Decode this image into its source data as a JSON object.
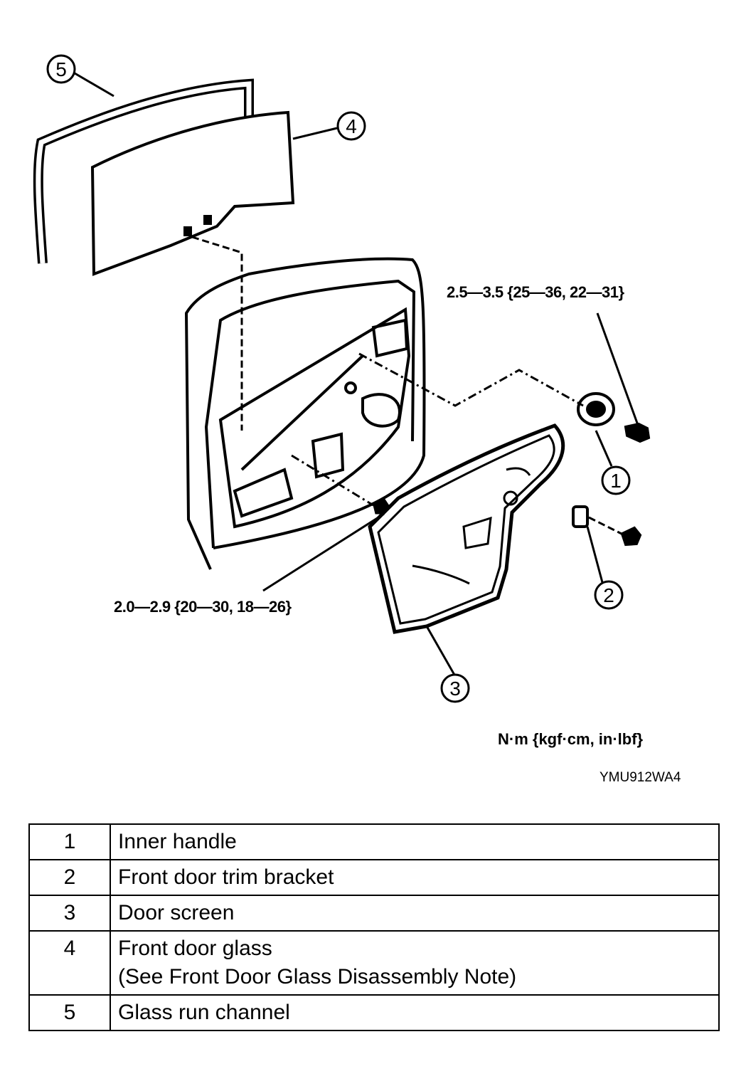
{
  "diagram": {
    "callouts": [
      "1",
      "2",
      "3",
      "4",
      "5"
    ],
    "torque_upper": "2.5—3.5 {25—36, 22—31}",
    "torque_lower": "2.0—2.9 {20—30, 18—26}",
    "unit_label": "N·m {kgf·cm, in·lbf}",
    "figure_code": "YMU912WA4"
  },
  "parts_table": {
    "rows": [
      {
        "num": "1",
        "name": "Inner handle",
        "note": ""
      },
      {
        "num": "2",
        "name": "Front door trim bracket",
        "note": ""
      },
      {
        "num": "3",
        "name": "Door screen",
        "note": ""
      },
      {
        "num": "4",
        "name": "Front door glass",
        "note": "(See Front Door Glass Disassembly Note)"
      },
      {
        "num": "5",
        "name": "Glass run channel",
        "note": ""
      }
    ]
  }
}
